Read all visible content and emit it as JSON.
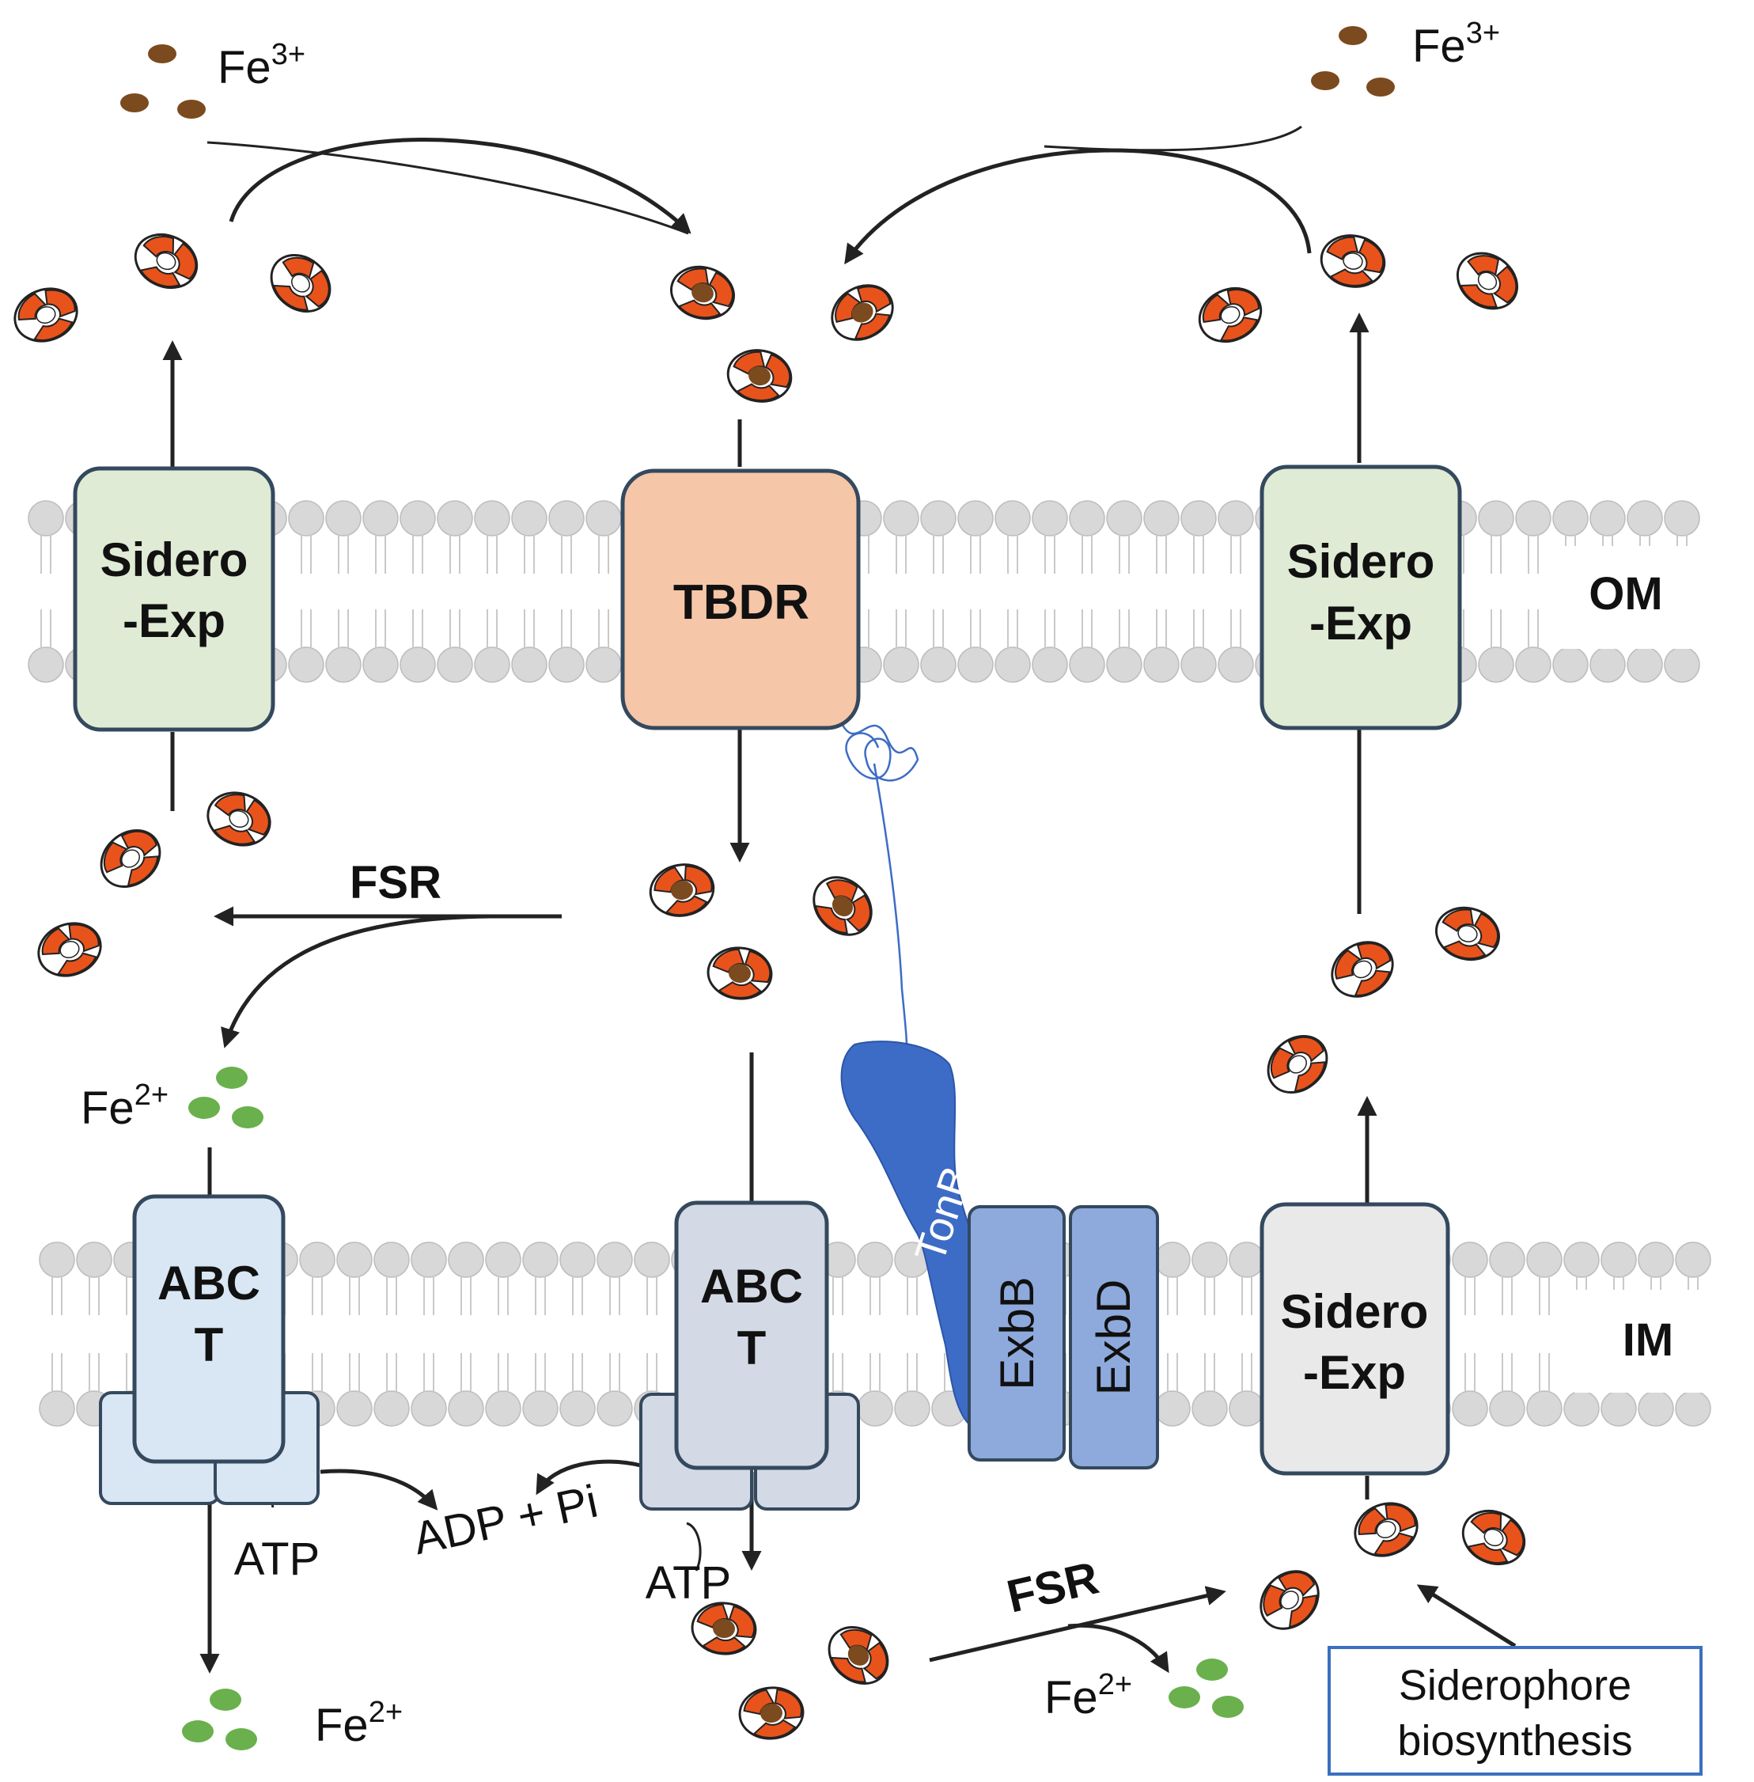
{
  "labels": {
    "fe3_left": "Fe",
    "fe3_left_sup": "3+",
    "fe3_right": "Fe",
    "fe3_right_sup": "3+",
    "fe2_mid_left": "Fe",
    "fe2_mid_left_sup": "2+",
    "fe2_bottom_left": "Fe",
    "fe2_bottom_left_sup": "2+",
    "fe2_bottom_right": "Fe",
    "fe2_bottom_right_sup": "2+",
    "fsr_top": "FSR",
    "fsr_bottom": "FSR",
    "atp_left": "ATP",
    "atp_mid": "ATP",
    "adp_pi": "ADP + Pi",
    "om": "OM",
    "im": "IM",
    "tonb": "TonB",
    "exbb": "ExbB",
    "exbd": "ExbD",
    "biosynthesis_line1": "Siderophore",
    "biosynthesis_line2": "biosynthesis"
  },
  "boxes": {
    "sidero_exp_om_left": [
      "Sidero",
      "-Exp"
    ],
    "tbdr": [
      "TBDR"
    ],
    "sidero_exp_om_right": [
      "Sidero",
      "-Exp"
    ],
    "abct_left": [
      "ABC",
      "T"
    ],
    "abct_mid": [
      "ABC",
      "T"
    ],
    "sidero_exp_im": [
      "Sidero",
      "-Exp"
    ]
  },
  "colors": {
    "sidero_exp_om": "#dfebd4",
    "tbdr": "#f6c6a8",
    "abct_left": "#d9e6f3",
    "abct_mid": "#d3d9e5",
    "sidero_exp_im": "#e9e9ea",
    "exb": "#8eaadc",
    "tonb": "#3d6cc7",
    "siderophore": "#e8531c",
    "fe3": "#7b4a1e",
    "fe2": "#6ab04c",
    "membrane_head": "#d8d8d8",
    "box_border": "#34495e",
    "biosynthesis_border": "#3c6fbf"
  }
}
